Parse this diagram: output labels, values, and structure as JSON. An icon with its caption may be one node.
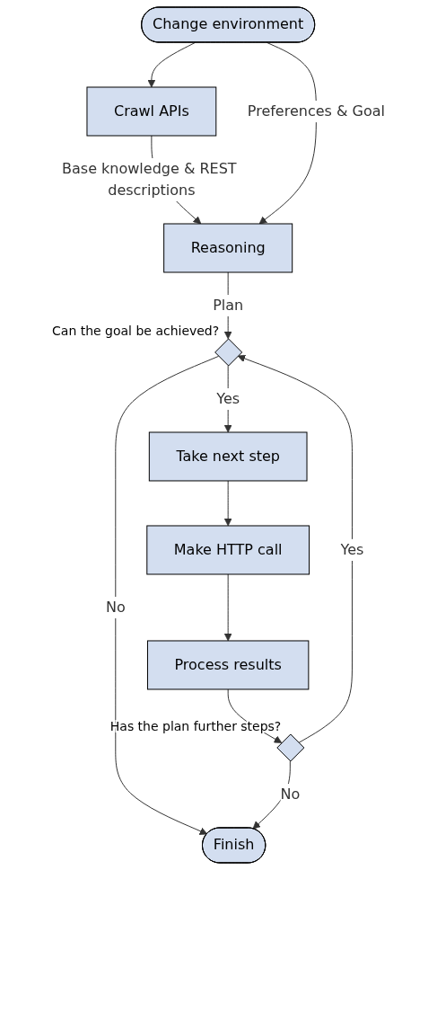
{
  "diagram": {
    "nodes": [
      {
        "text": [
          "Change environment"
        ]
      },
      {
        "text": [
          "Crawl APIs"
        ]
      },
      {
        "text": [
          "Reasoning"
        ]
      },
      {
        "text": [],
        "shape": "diamond",
        "beside": [
          "Can the goal be achieved?"
        ]
      },
      {
        "text": [
          "Take next step"
        ]
      },
      {
        "text": [
          "Make HTTP call"
        ]
      },
      {
        "text": [
          "Process results"
        ]
      },
      {
        "text": [],
        "shape": "diamond",
        "beside": [
          "Has the plan further steps?"
        ]
      },
      {
        "text": [
          "Finish"
        ]
      }
    ],
    "edges": [
      {
        "from": 0,
        "to": 1,
        "arrow": "to"
      },
      {
        "from": 1,
        "to": 2,
        "arrow": "to",
        "label": "Base knowledge & REST descriptions"
      },
      {
        "from": 0,
        "to": 2,
        "arrow": "to",
        "label": "Preferences & Goal"
      },
      {
        "from": 2,
        "to": 3,
        "arrow": "to",
        "label": "Plan"
      },
      {
        "from": 3,
        "to": 4,
        "arrow": "to",
        "label": "Yes"
      },
      {
        "from": 3,
        "to": 8,
        "arrow": "to",
        "label": "No"
      },
      {
        "from": 4,
        "to": 5,
        "arrow": "to"
      },
      {
        "from": 5,
        "to": 6,
        "arrow": "to"
      },
      {
        "from": 6,
        "to": 7,
        "arrow": "to"
      },
      {
        "from": 7,
        "to": 3,
        "arrow": "to",
        "label": "Yes"
      },
      {
        "from": 7,
        "to": 8,
        "arrow": "to",
        "label": "No"
      }
    ]
  }
}
